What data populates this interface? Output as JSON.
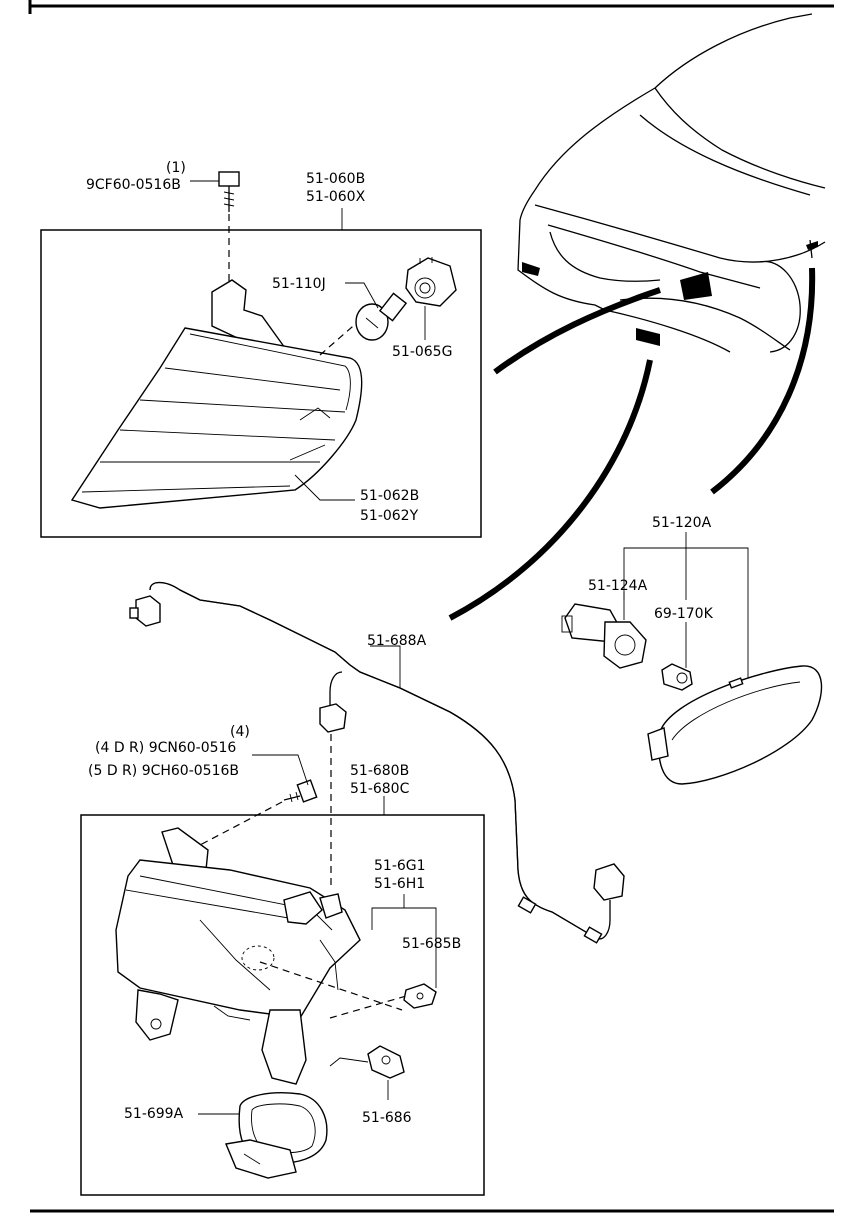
{
  "labels": {
    "qty_1": "(1)",
    "bolt_1": "9CF60-0516B",
    "corner_lamp_1": "51-060B",
    "corner_lamp_2": "51-060X",
    "bulb_1": "51-110J",
    "socket_1": "51-065G",
    "lens_1": "51-062B",
    "lens_2": "51-062Y",
    "side_marker": "51-120A",
    "socket_2": "51-124A",
    "bulb_2": "69-170K",
    "harness": "51-688A",
    "qty_4": "(4)",
    "bolt_4dr": "(4 D R) 9CN60-0516",
    "bolt_5dr": "(5 D R) 9CH60-0516B",
    "fog_lamp_1": "51-680B",
    "fog_lamp_2": "51-680C",
    "fog_part_1": "51-6G1",
    "fog_part_2": "51-6H1",
    "nut": "51-685B",
    "bracket": "51-686",
    "bezel": "51-699A"
  }
}
